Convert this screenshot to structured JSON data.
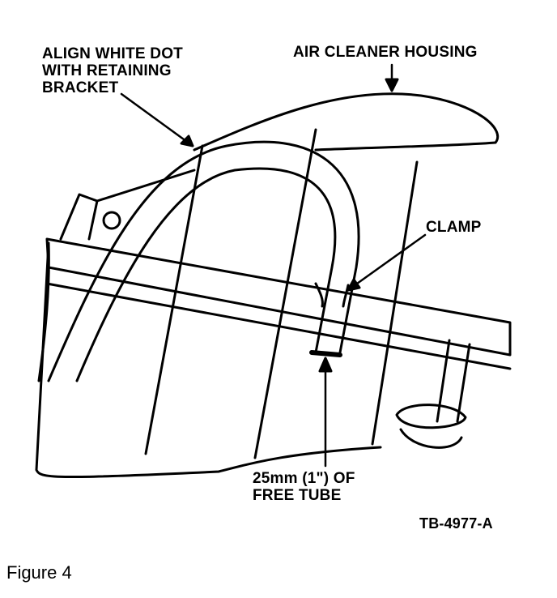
{
  "labels": {
    "align": "ALIGN WHITE DOT\nWITH RETAINING\nBRACKET",
    "housing": "AIR CLEANER HOUSING",
    "clamp": "CLAMP",
    "free_tube": "25mm (1\") OF\nFREE TUBE",
    "code": "TB-4977-A"
  },
  "caption": "Figure 4"
}
